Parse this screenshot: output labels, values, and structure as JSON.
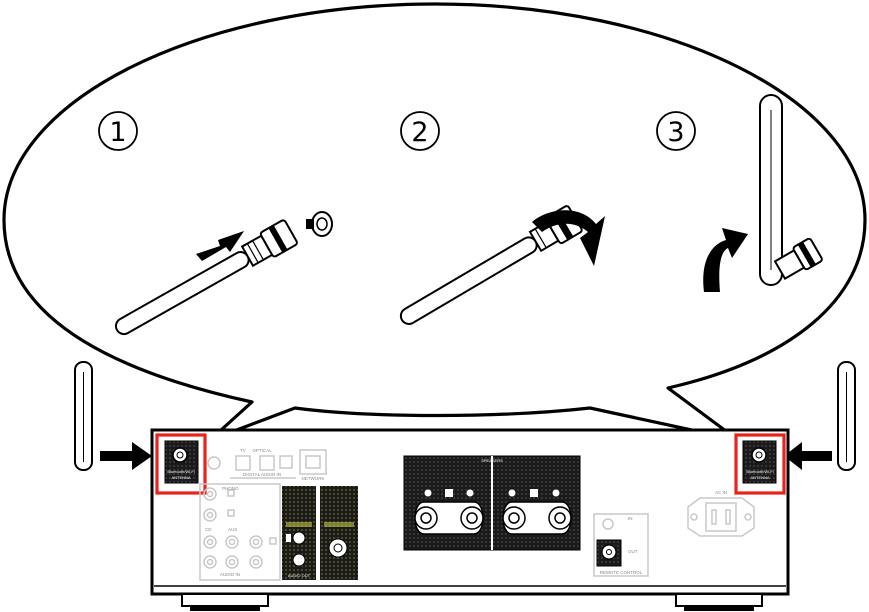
{
  "steps": [
    {
      "number": "1"
    },
    {
      "number": "2"
    },
    {
      "number": "3"
    }
  ],
  "panel": {
    "left_antenna_label_line1": "Bluetooth/Wi-Fi",
    "left_antenna_label_line2": "ANTENNA",
    "right_antenna_label_line1": "Bluetooth/Wi-Fi",
    "right_antenna_label_line2": "ANTENNA",
    "digital_audio_in": "DIGITAL AUDIO IN",
    "optical": "OPTICAL",
    "tv": "TV",
    "phono": "PHONO",
    "audio_in": "AUDIO IN",
    "aux": "AUX",
    "cd": "CD",
    "audio_out": "AUDIO OUT",
    "network": "NETWORK",
    "speakers": "SPEAKERS",
    "remote_control": "REMOTE CONTROL",
    "ir_in": "IN",
    "ir_out": "OUT",
    "ac_in": "AC IN"
  },
  "colors": {
    "highlight": "#e8231d",
    "outline": "#000000",
    "panel_gray": "#c8c8c8",
    "dark_panel": "#2a2a2a",
    "yellow_mark": "#e3e34a"
  }
}
